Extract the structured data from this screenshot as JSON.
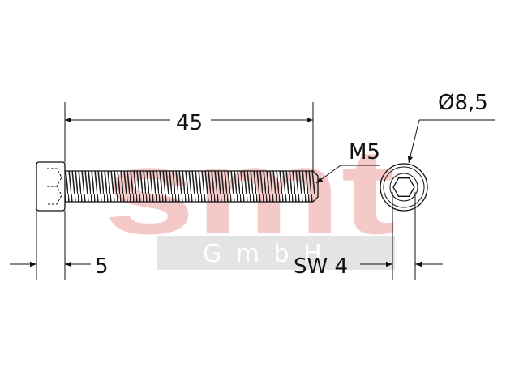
{
  "dimensions": {
    "length": "45",
    "head_height": "5",
    "thread": "M5",
    "head_diameter": "Ø8,5",
    "socket_size": "SW 4"
  },
  "watermark": {
    "logo": "smt",
    "subtitle": "G m b H",
    "logo_color": "#f6c9c9",
    "band_color": "#e4e4e4"
  },
  "colors": {
    "line": "#111111",
    "background": "#ffffff"
  }
}
